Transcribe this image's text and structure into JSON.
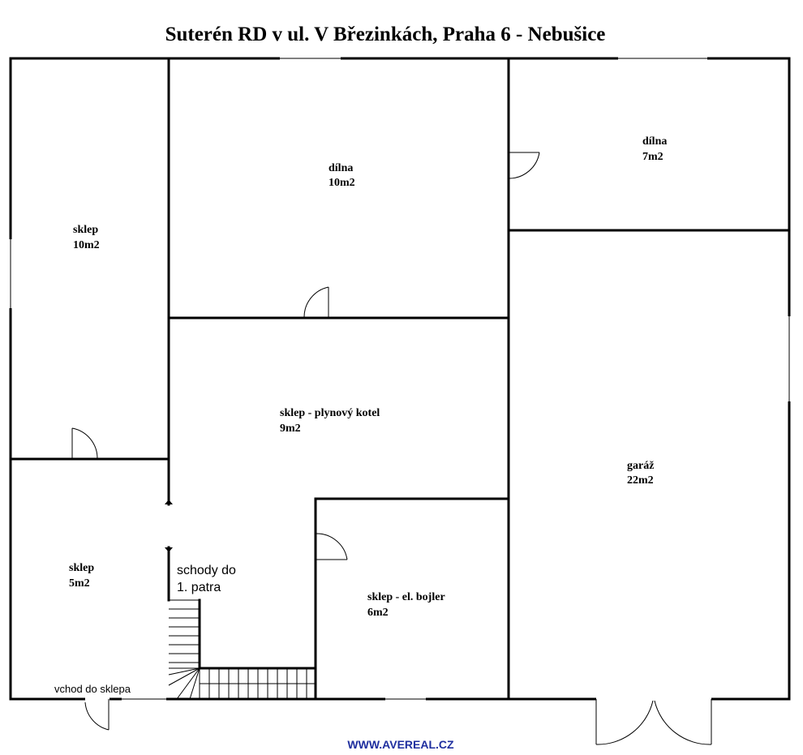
{
  "title": "Suterén RD v ul. V Březinkách, Praha 6 - Nebušice",
  "rooms": [
    {
      "name": "sklep",
      "area": "10m2"
    },
    {
      "name": "dílna",
      "area": "10m2"
    },
    {
      "name": "dílna",
      "area": "7m2"
    },
    {
      "name": "sklep - plynový kotel",
      "area": "9m2"
    },
    {
      "name": "garáž",
      "area": "22m2"
    },
    {
      "name": "sklep",
      "area": "5m2"
    },
    {
      "name": "sklep - el. bojler",
      "area": "6m2"
    }
  ],
  "stairs_label": {
    "line1": "schody do",
    "line2": "1. patra"
  },
  "entrance_label": "vchod do sklepa",
  "website": "WWW.AVEREAL.CZ",
  "colors": {
    "walls": "#000000",
    "website": "#1f2f9f",
    "background": "#ffffff"
  }
}
